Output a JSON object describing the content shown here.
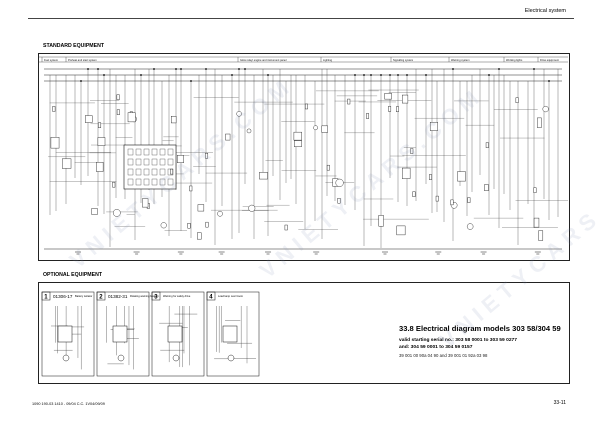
{
  "header": {
    "section": "Electrical system"
  },
  "standard": {
    "title": "STANDARD EQUIPMENT",
    "groups": [
      "Fuel system",
      "Preheat and start system",
      "Glow relay/ engine and instrument panel",
      "Lighting",
      "Signalling system",
      "Warning system",
      "Working lights",
      "Drive equipment"
    ]
  },
  "optional": {
    "title": "OPTIONAL EQUIPMENT",
    "modules": [
      {
        "num": "1",
        "code": "01306-17",
        "desc": "Battery isolator"
      },
      {
        "num": "2",
        "code": "01382-31",
        "desc": "Rotating warning beacon"
      },
      {
        "num": "3",
        "code": "",
        "desc": "Warning for safety drive"
      },
      {
        "num": "4",
        "code": "",
        "desc": "Load lamp over boom"
      }
    ]
  },
  "caption": {
    "title": "33.8  Electrical diagram models 303 58/304 59",
    "line1": "valid starting serial no.: 303 58 0001 to 303 59 0277",
    "line2": "and: 304 59 0001 to 304 59 0157",
    "line3": "39 001 00 90a 04 90 and 39 001 01 92a 03 98"
  },
  "footer": {
    "left": "1090 190-03 1410 - 09/04 C.C. 1V04/09/09",
    "page": "33-11"
  },
  "watermark": "VNIETYCARS.COM"
}
